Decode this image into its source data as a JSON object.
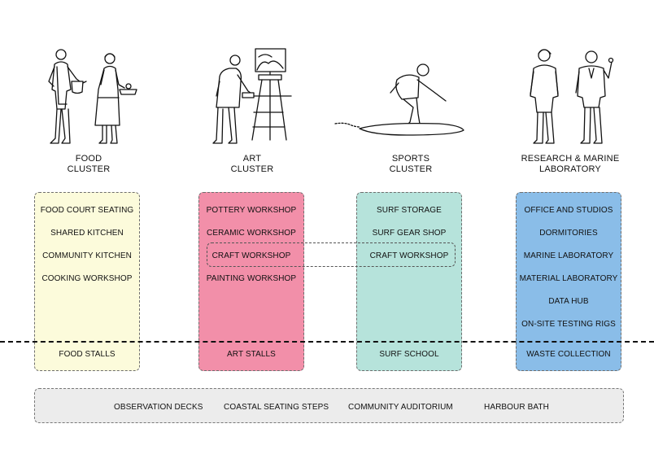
{
  "clusters": [
    {
      "title_line1": "FOOD",
      "title_line2": "CLUSTER",
      "color": "#fcfbdb",
      "items": [
        "FOOD COURT SEATING",
        "SHARED KITCHEN",
        "COMMUNITY KITCHEN",
        "COOKING WORKSHOP"
      ],
      "ground_item": "FOOD STALLS"
    },
    {
      "title_line1": "ART",
      "title_line2": "CLUSTER",
      "color": "#f28fa9",
      "items": [
        "POTTERY WORKSHOP",
        "CERAMIC WORKSHOP",
        "CRAFT WORKSHOP",
        "PAINTING WORKSHOP"
      ],
      "ground_item": "ART STALLS"
    },
    {
      "title_line1": "SPORTS",
      "title_line2": "CLUSTER",
      "color": "#b6e3db",
      "items": [
        "SURF STORAGE",
        "SURF GEAR SHOP",
        "CRAFT WORKSHOP"
      ],
      "ground_item": "SURF SCHOOL"
    },
    {
      "title_line1": "RESEARCH & MARINE",
      "title_line2": "LABORATORY",
      "color": "#8abde8",
      "items": [
        "OFFICE AND STUDIOS",
        "DORMITORIES",
        "MARINE LABORATORY",
        "MATERIAL LABORATORY",
        "DATA HUB",
        "ON-SITE TESTING RIGS"
      ],
      "ground_item": "WASTE COLLECTION"
    }
  ],
  "shared_spaces": [
    "OBSERVATION DECKS",
    "COASTAL SEATING STEPS",
    "COMMUNITY AUDITORIUM",
    "HARBOUR BATH"
  ],
  "icons": [
    "cooks-icon",
    "painter-at-easel-icon",
    "surfer-icon",
    "researchers-icon"
  ]
}
